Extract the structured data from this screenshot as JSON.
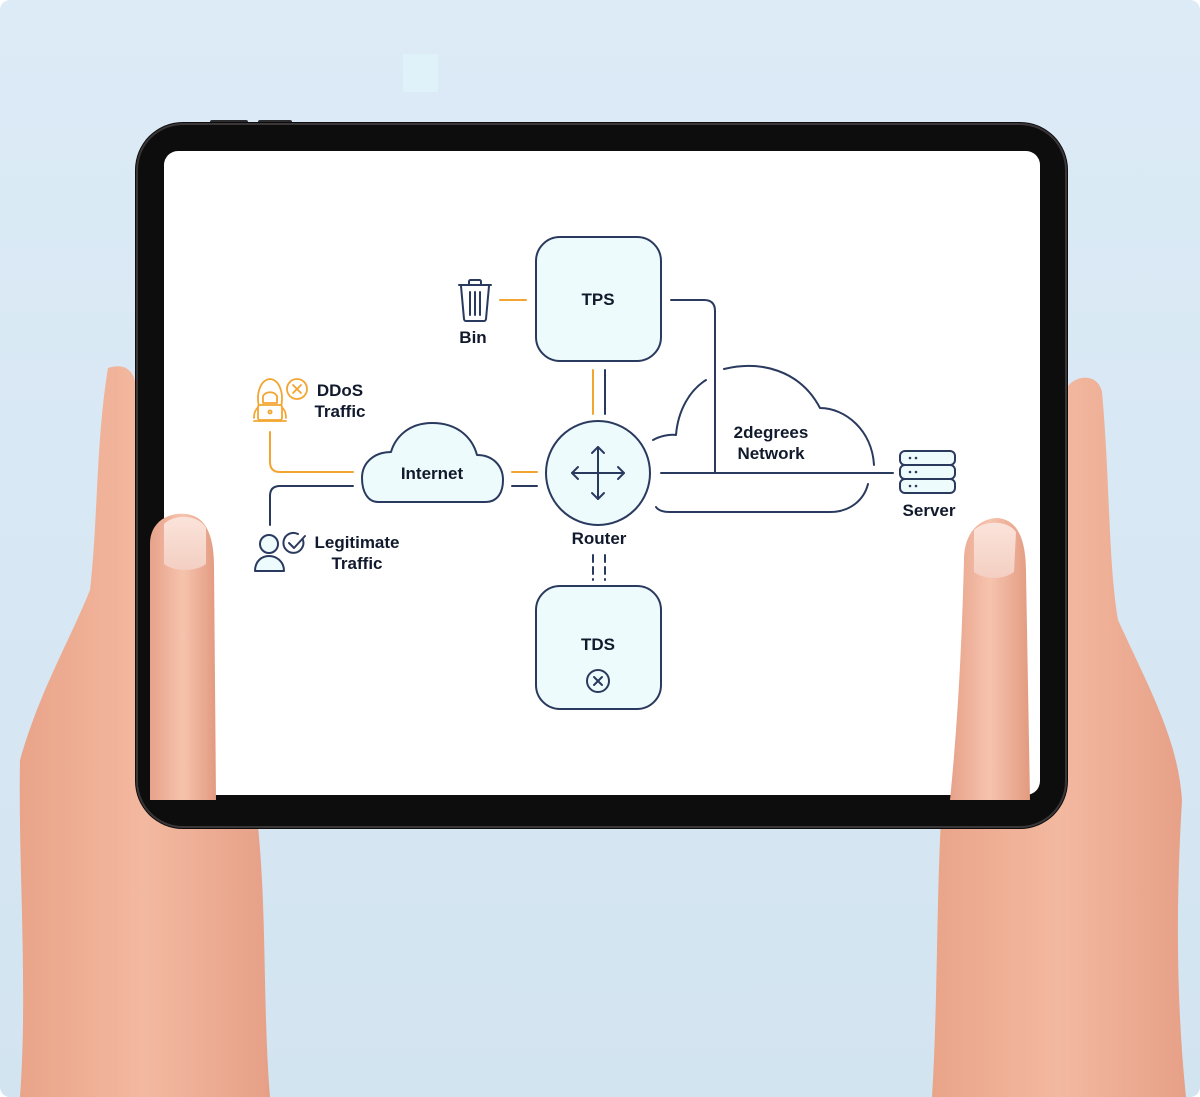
{
  "diagram": {
    "nodes": {
      "tps": {
        "label": "TPS"
      },
      "bin": {
        "label": "Bin"
      },
      "ddos": {
        "label_line1": "DDoS",
        "label_line2": "Traffic"
      },
      "legit": {
        "label_line1": "Legitimate",
        "label_line2": "Traffic"
      },
      "internet": {
        "label": "Internet"
      },
      "router": {
        "label": "Router"
      },
      "network": {
        "label_line1": "2degrees",
        "label_line2": "Network"
      },
      "server": {
        "label": "Server"
      },
      "tds": {
        "label": "TDS"
      }
    },
    "colors": {
      "line_navy": "#2a3a5e",
      "line_orange": "#f3a531",
      "node_fill": "#eefbfd",
      "text": "#111a2c",
      "background": "#d9e9f5",
      "tablet_bezel": "#0d0d0e"
    }
  }
}
